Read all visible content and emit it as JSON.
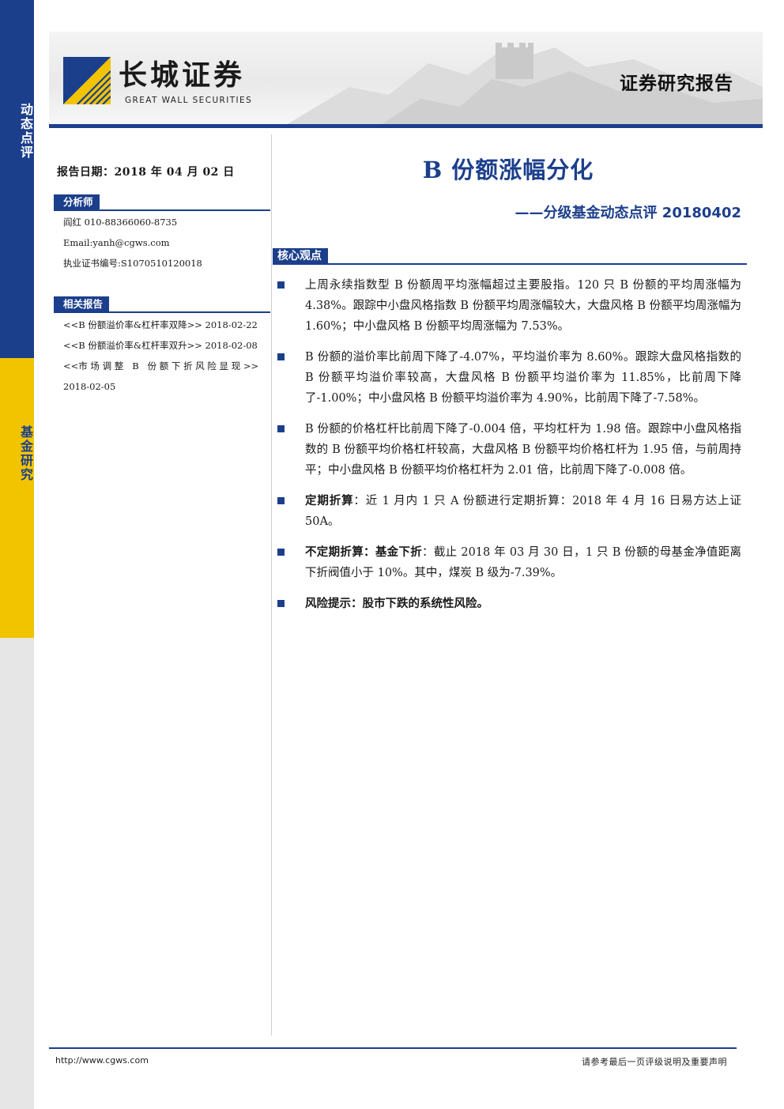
{
  "sidebar": {
    "top_label": "动态点评",
    "mid_label": "基金研究"
  },
  "header": {
    "logo_cn": "长城证券",
    "logo_en": "GREAT WALL SECURITIES",
    "report_type": "证券研究报告"
  },
  "left": {
    "report_date": "报告日期：2018 年 04 月 02 日",
    "analyst_heading": "分析师",
    "analyst_name_phone": "阎红 010-88366060-8735",
    "analyst_email": "Email:yanh@cgws.com",
    "analyst_cert": "执业证书编号:S1070510120018",
    "related_heading": "相关报告",
    "related": [
      "<<B 份额溢价率&杠杆率双降>> 2018-02-22",
      "<<B 份额溢价率&杠杆率双升>> 2018-02-08",
      "<<市 场 调 整   B   份 额 下 折 风 险 显 现 >>",
      "2018-02-05"
    ]
  },
  "main": {
    "title": "B 份额涨幅分化",
    "subtitle": "——分级基金动态点评 20180402",
    "core_heading": "核心观点",
    "bullets": [
      {
        "bold": "",
        "bold2": "",
        "text": "上周永续指数型 B 份额周平均涨幅超过主要股指。120 只 B 份额的平均周涨幅为 4.38%。跟踪中小盘风格指数 B 份额平均周涨幅较大，大盘风格 B 份额平均周涨幅为 1.60%；中小盘风格 B 份额平均周涨幅为 7.53%。"
      },
      {
        "bold": "",
        "bold2": "",
        "text": "B 份额的溢价率比前周下降了-4.07%，平均溢价率为 8.60%。跟踪大盘风格指数的 B 份额平均溢价率较高，大盘风格 B 份额平均溢价率为 11.85%，比前周下降了-1.00%；中小盘风格 B 份额平均溢价率为 4.90%，比前周下降了-7.58%。"
      },
      {
        "bold": "",
        "bold2": "",
        "text": "B 份额的价格杠杆比前周下降了-0.004 倍，平均杠杆为 1.98 倍。跟踪中小盘风格指数的 B 份额平均价格杠杆较高，大盘风格 B 份额平均价格杠杆为 1.95 倍，与前周持平；中小盘风格 B 份额平均价格杠杆为 2.01 倍，比前周下降了-0.008 倍。"
      },
      {
        "bold": "定期折算",
        "bold2": "",
        "text": "：近 1 月内 1 只 A 份额进行定期折算：2018 年 4 月 16 日易方达上证 50A。"
      },
      {
        "bold": "不定期折算",
        "bold2": "：基金下折",
        "text": "：截止 2018 年 03 月 30 日，1 只 B 份额的母基金净值距离下折阀值小于 10%。其中，煤炭 B 级为-7.39%。"
      },
      {
        "bold": "风险提示：股市下跌的系统性风险。",
        "bold2": "",
        "text": ""
      }
    ]
  },
  "footer": {
    "url": "http://www.cgws.com",
    "disclaimer": "请参考最后一页评级说明及重要声明"
  },
  "colors": {
    "brand_blue": "#1c3f8c",
    "brand_yellow": "#f2c400"
  }
}
